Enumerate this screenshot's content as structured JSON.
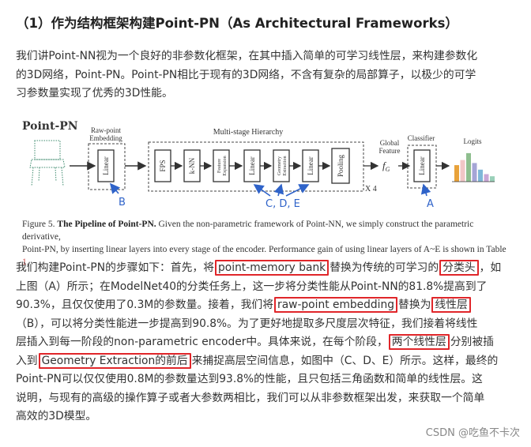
{
  "heading": "（1）作为结构框架构建Point-PN（As Architectural Frameworks）",
  "para1": [
    "我们讲Point-NN视为一个良好的非参数化框架，在其中插入简单的可学习线性层，来构建参数化",
    "的3D网络，Point-PN。Point-PN相比于现有的3D网络，不含有复杂的局部算子，以极少的可学",
    "习参数量实现了优秀的3D性能。"
  ],
  "figure": {
    "title": "Point-PN",
    "raw_embedding_label": [
      "Raw-point",
      "Embedding"
    ],
    "hierarchy_label": "Multi-stage Hierarchy",
    "blocks": {
      "linear": "Linear",
      "fps": "FPS",
      "knn": "k-NN",
      "feature_expansion": [
        "Feature",
        "Expansion"
      ],
      "geometry_extraction": [
        "Geometry",
        "Extraction"
      ],
      "pooling": "Pooling"
    },
    "repeat_label": "X 4",
    "global_feature_label": [
      "Global",
      "Feature"
    ],
    "fg_label": "f",
    "fg_sub": "G",
    "classifier_label": "Classifier",
    "logits_label": "Logits",
    "annot_b": "B",
    "annot_cde": "C, D, E",
    "annot_a": "A",
    "logit_colors": [
      "#e8a23a",
      "#f1c6c6",
      "#8fbf8f",
      "#a5a5d6",
      "#7fb7d8",
      "#c9a6d6",
      "#9ad0b9"
    ],
    "logit_values": [
      0.55,
      0.72,
      0.95,
      0.62,
      0.4,
      0.25,
      0.18
    ],
    "caption_prefix": "Figure 5.",
    "caption_bold": "The Pipeline of Point-PN.",
    "caption_rest1": " Given the non-parametric framework of Point-NN, we simply construct the parametric derivative,",
    "caption_rest2": "Point-PN, by inserting linear layers into every stage of the encoder. Performance gain of using linear layers of A~E is shown in Table ",
    "caption_ref": "1",
    "caption_end": "."
  },
  "para2": {
    "l1": [
      "我们构建Point-PN的步骤如下：首先，将",
      "point-memory bank",
      "替换为传统的可学习的",
      "分类头",
      "，如"
    ],
    "l2": "上图（A）所示；在ModelNet40的分类任务上，这一步将分类性能从Point-NN的81.8%提高到了",
    "l3": [
      "90.3%，且仅仅使用了0.3M的参数量。接着，我们将",
      "raw-point embedding",
      "替换为",
      "线性层"
    ],
    "l4": "（B），可以将分类性能进一步提高到90.8%。为了更好地提取多尺度层次特征，我们接着将线性",
    "l5": [
      "层插入到每一阶段的non-parametric encoder中。具体来说，在每个阶段，",
      "两个线性层",
      "分别被插"
    ],
    "l6": [
      "入到",
      "Geometry Extraction的前后",
      "来捕捉高层空间信息，如图中（C、D、E）所示。这样，最终的"
    ],
    "l7": "Point-PN可以仅仅使用0.8M的参数量达到93.8%的性能，且只包括三角函数和简单的线性层。这",
    "l8": "说明，与现有的高级的操作算子或者大参数两相比，我们可以从非参数框架出发，来获取一个简单",
    "l9": "高效的3D模型。"
  },
  "watermark": "CSDN @吃鱼不卡次",
  "colors": {
    "highlight_box": "#e0262a",
    "annotation_blue": "#2f63c9",
    "figure_border": "#333333"
  }
}
